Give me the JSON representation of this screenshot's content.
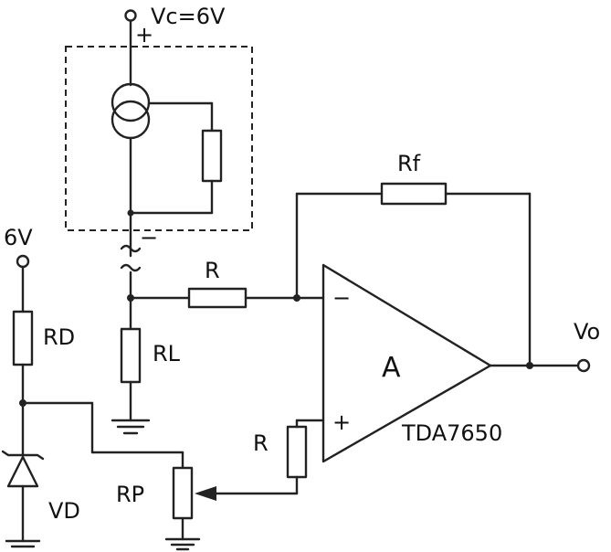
{
  "labels": {
    "supply": "Vc=6V",
    "supply_plus": "+",
    "supply_minus": "−",
    "feedback_resistor": "Rf",
    "input_resistor": "R",
    "ref_resistor": "R",
    "load_resistor": "RL",
    "diode_resistor": "RD",
    "ref_voltage": "6V",
    "opamp": "A",
    "opamp_inv": "−",
    "opamp_noninv": "+",
    "opamp_part": "TDA7650",
    "output": "Vo",
    "pot": "RP",
    "diode": "VD"
  }
}
